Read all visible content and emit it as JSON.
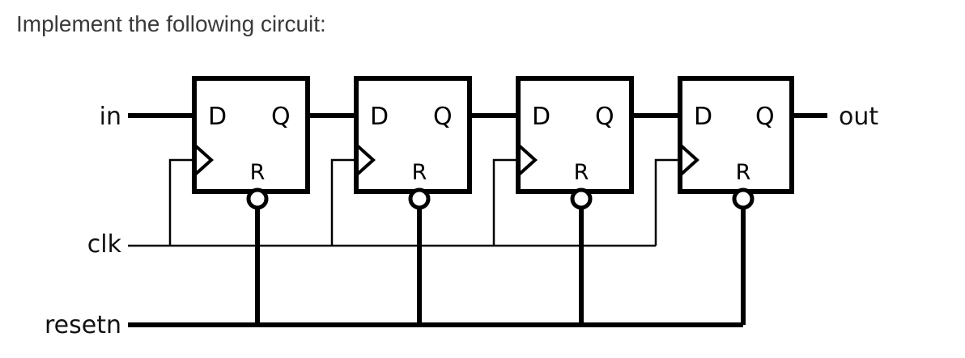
{
  "heading": "Implement the following circuit:",
  "signals": {
    "in": "in",
    "clk": "clk",
    "resetn": "resetn",
    "out": "out"
  },
  "flipflops": [
    {
      "d": "D",
      "q": "Q",
      "r": "R"
    },
    {
      "d": "D",
      "q": "Q",
      "r": "R"
    },
    {
      "d": "D",
      "q": "Q",
      "r": "R"
    },
    {
      "d": "D",
      "q": "Q",
      "r": "R"
    }
  ]
}
